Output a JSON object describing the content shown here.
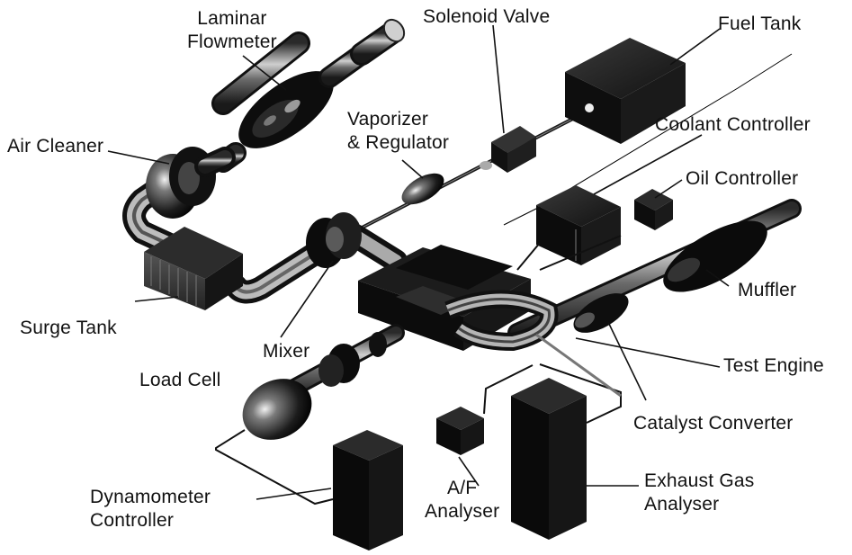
{
  "labels": {
    "laminar_flowmeter": [
      "Laminar",
      "Flowmeter"
    ],
    "solenoid_valve": "Solenoid Valve",
    "fuel_tank": "Fuel Tank",
    "air_cleaner": "Air Cleaner",
    "vaporizer_regulator": [
      "Vaporizer",
      "& Regulator"
    ],
    "coolant_controller": "Coolant Controller",
    "oil_controller": "Oil Controller",
    "surge_tank": "Surge Tank",
    "muffler": "Muffler",
    "mixer": "Mixer",
    "test_engine": "Test Engine",
    "load_cell": "Load Cell",
    "catalyst_converter": "Catalyst Converter",
    "dynamometer_controller": [
      "Dynamometer",
      "Controller"
    ],
    "af_analyser": [
      "A/F",
      "Analyser"
    ],
    "exhaust_gas_analyser": [
      "Exhaust Gas",
      "Analyser"
    ]
  }
}
